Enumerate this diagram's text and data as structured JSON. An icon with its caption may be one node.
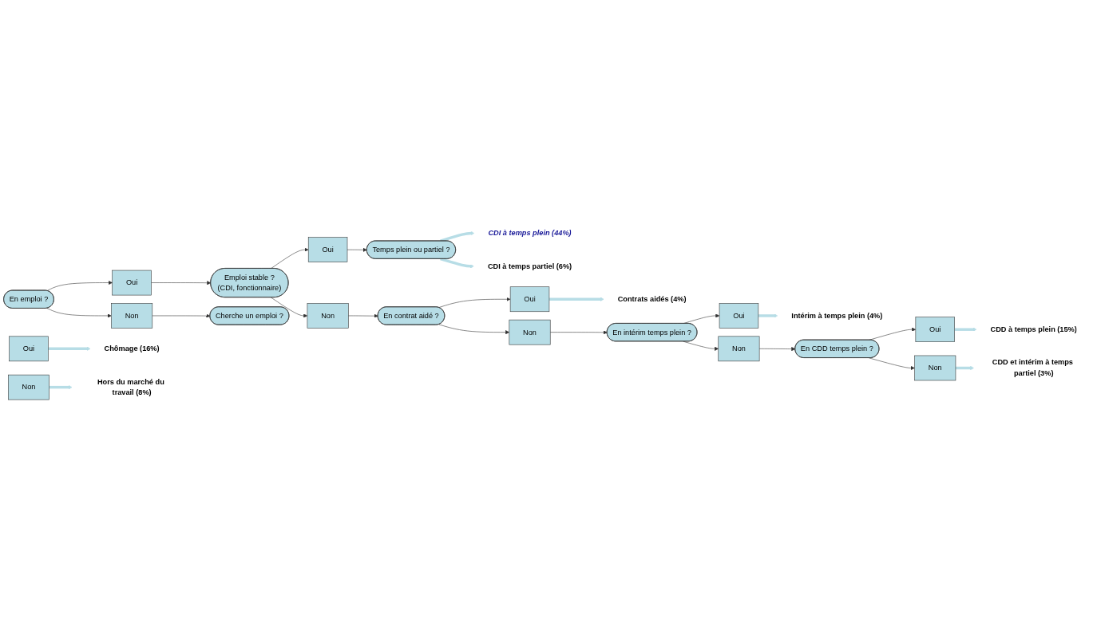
{
  "diagram": {
    "nodes": [
      {
        "text": [
          "En emploi ?"
        ]
      },
      {
        "text": [
          "Oui"
        ]
      },
      {
        "text": [
          "Emploi stable ?",
          "(CDI, fonctionnaire)"
        ]
      },
      {
        "text": [
          "Oui"
        ]
      },
      {
        "text": [
          "Temps plein ou partiel ?"
        ]
      },
      {
        "text": [
          "CDI à temps plein (44%)"
        ]
      },
      {
        "text": [
          "CDI à temps partiel (6%)"
        ]
      },
      {
        "text": [
          "Non"
        ]
      },
      {
        "text": [
          "En contrat aidé ?"
        ]
      },
      {
        "text": [
          "Oui"
        ]
      },
      {
        "text": [
          "Contrats aidés (4%)"
        ]
      },
      {
        "text": [
          "Non"
        ]
      },
      {
        "text": [
          "En intérim temps plein ?"
        ]
      },
      {
        "text": [
          "Oui"
        ]
      },
      {
        "text": [
          "Intérim à temps plein (4%)"
        ]
      },
      {
        "text": [
          "Non"
        ]
      },
      {
        "text": [
          "En CDD temps plein ?"
        ]
      },
      {
        "text": [
          "Oui"
        ]
      },
      {
        "text": [
          "CDD à temps plein (15%)"
        ]
      },
      {
        "text": [
          "Non"
        ]
      },
      {
        "text": [
          "CDD et intérim à temps partiel (3%)"
        ]
      },
      {
        "text": [
          "Non"
        ]
      },
      {
        "text": [
          "Cherche un emploi ?"
        ]
      },
      {
        "text": [
          "Oui"
        ]
      },
      {
        "text": [
          "Chômage (16%)"
        ]
      },
      {
        "text": [
          "Non"
        ]
      },
      {
        "text": [
          "Hors du marché du travail (8%)"
        ]
      }
    ],
    "edges": [
      {
        "from": 0,
        "to": 1,
        "arrow": "to"
      },
      {
        "from": 1,
        "to": 2,
        "arrow": "to"
      },
      {
        "from": 2,
        "to": 3,
        "arrow": "to"
      },
      {
        "from": 3,
        "to": 4,
        "arrow": "to"
      },
      {
        "from": 4,
        "to": 5,
        "arrow": "to",
        "style": "thick",
        "color": "#b7dde6"
      },
      {
        "from": 4,
        "to": 6,
        "arrow": "to",
        "style": "thick",
        "color": "#b7dde6"
      },
      {
        "from": 2,
        "to": 7,
        "arrow": "to"
      },
      {
        "from": 7,
        "to": 8,
        "arrow": "to"
      },
      {
        "from": 8,
        "to": 9,
        "arrow": "to"
      },
      {
        "from": 9,
        "to": 10,
        "arrow": "to",
        "style": "thick",
        "color": "#b7dde6"
      },
      {
        "from": 8,
        "to": 11,
        "arrow": "to"
      },
      {
        "from": 11,
        "to": 12,
        "arrow": "to"
      },
      {
        "from": 12,
        "to": 13,
        "arrow": "to"
      },
      {
        "from": 13,
        "to": 14,
        "arrow": "to",
        "style": "thick",
        "color": "#b7dde6"
      },
      {
        "from": 12,
        "to": 15,
        "arrow": "to"
      },
      {
        "from": 15,
        "to": 16,
        "arrow": "to"
      },
      {
        "from": 16,
        "to": 17,
        "arrow": "to"
      },
      {
        "from": 17,
        "to": 18,
        "arrow": "to",
        "style": "thick",
        "color": "#b7dde6"
      },
      {
        "from": 16,
        "to": 19,
        "arrow": "to"
      },
      {
        "from": 19,
        "to": 20,
        "arrow": "to",
        "style": "thick",
        "color": "#b7dde6"
      },
      {
        "from": 0,
        "to": 21,
        "arrow": "to"
      },
      {
        "from": 21,
        "to": 22,
        "arrow": "to"
      },
      {
        "from": 23,
        "to": 24,
        "arrow": "to",
        "style": "thick",
        "color": "#b7dde6"
      },
      {
        "from": 25,
        "to": 26,
        "arrow": "to",
        "style": "thick",
        "color": "#b7dde6"
      }
    ]
  }
}
